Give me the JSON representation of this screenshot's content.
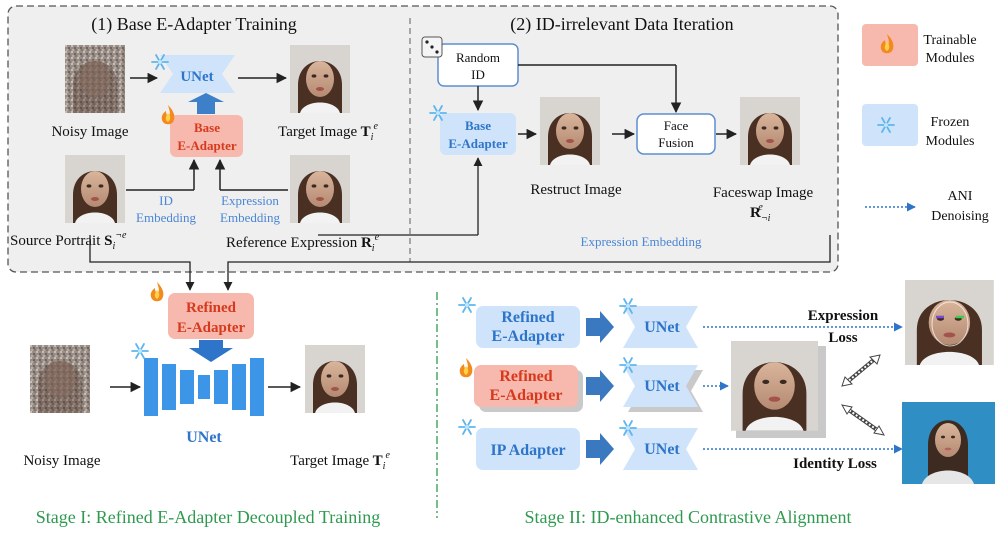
{
  "top_panel": {
    "section1_title": "(1) Base E-Adapter Training",
    "section2_title": "(2) ID-irrelevant Data Iteration",
    "unet": "UNet",
    "noisy_image": "Noisy Image",
    "target_image": "Target Image",
    "base_adapter": [
      "Base",
      "E-Adapter"
    ],
    "id_embedding": [
      "ID",
      "Embedding"
    ],
    "expression_embedding": [
      "Expression",
      "Embedding"
    ],
    "source_portrait": "Source Portrait",
    "reference_expression": "Reference Expression",
    "random_id": [
      "Random",
      "ID"
    ],
    "base_adapter2": [
      "Base",
      "E-Adapter"
    ],
    "restruct_image": "Restruct Image",
    "face_fusion": [
      "Face",
      "Fusion"
    ],
    "faceswap_image": "Faceswap  Image",
    "expression_embedding_long": "Expression Embedding"
  },
  "legend": {
    "trainable": [
      "Trainable",
      "Modules"
    ],
    "frozen": [
      "Frozen",
      "Modules"
    ],
    "ani": [
      "ANI",
      "Denoising"
    ]
  },
  "stage1": {
    "refined_adapter": [
      "Refined",
      "E-Adapter"
    ],
    "unet": "UNet",
    "noisy_image": "Noisy Image",
    "target_image": "Target Image",
    "caption": "Stage I: Refined E-Adapter Decoupled Training"
  },
  "stage2": {
    "refined_frozen": [
      "Refined",
      "E-Adapter"
    ],
    "refined_train": [
      "Refined",
      "E-Adapter"
    ],
    "ip_adapter": "IP Adapter",
    "unet": "UNet",
    "expression_loss": [
      "Expression",
      "Loss"
    ],
    "identity_loss": "Identity Loss",
    "caption": "Stage II: ID-enhanced Contrastive Alignment"
  },
  "colors": {
    "frozen_fill": "#cfe4fb",
    "frozen_text": "#2e75c9",
    "trainable_fill": "#f7b9ad",
    "trainable_text": "#d63a1e",
    "unet_blue": "#3d95e8",
    "caption_green": "#2e9a4f",
    "embed_text": "#4a86d6"
  }
}
